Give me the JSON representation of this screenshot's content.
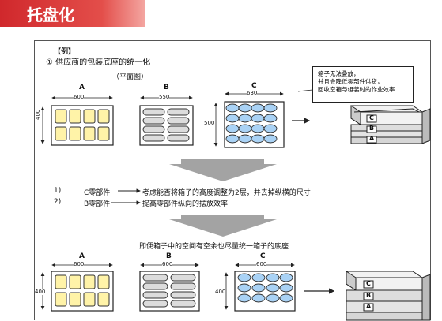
{
  "header": {
    "title": "托盘化"
  },
  "doc": {
    "example_tag": "【例】",
    "section_title": "①  供应商的包装底座的统一化",
    "plan_label": "（平面图）",
    "note_lines": [
      "箱子无法叠放，",
      "并且会降低零部件供货，",
      "回收空箱与组装时的作业效率"
    ],
    "top_boxes": [
      {
        "letter": "A",
        "width": "600",
        "height": "400"
      },
      {
        "letter": "B",
        "width": "550",
        "height": ""
      },
      {
        "letter": "C",
        "width": "630",
        "height": "500"
      }
    ],
    "stack_labels": [
      "C",
      "B",
      "A"
    ],
    "steps": [
      {
        "num": "1)",
        "part": "C零部件",
        "text": "考虑能否将箱子的高度调整为2层，并去掉纵横的尺寸"
      },
      {
        "num": "2)",
        "part": "B零部件",
        "text": "提高零部件纵向的摆放效率"
      }
    ],
    "summary": "即便箱子中的空间有空余也尽量统一箱子的底座",
    "bottom_boxes": [
      {
        "letter": "A",
        "width": "600",
        "height": "400"
      },
      {
        "letter": "B",
        "width": "600",
        "height": ""
      },
      {
        "letter": "C",
        "width": "600",
        "height": "400"
      }
    ],
    "bottom_stack_labels": [
      "C",
      "B",
      "A"
    ]
  },
  "colors": {
    "header_red": "#d0282c",
    "box_a_fill": "#fff3a8",
    "box_b_fill": "#dcdcdc",
    "box_c_fill": "#a9d2f5",
    "arrow_gray": "#a3a3a3"
  }
}
